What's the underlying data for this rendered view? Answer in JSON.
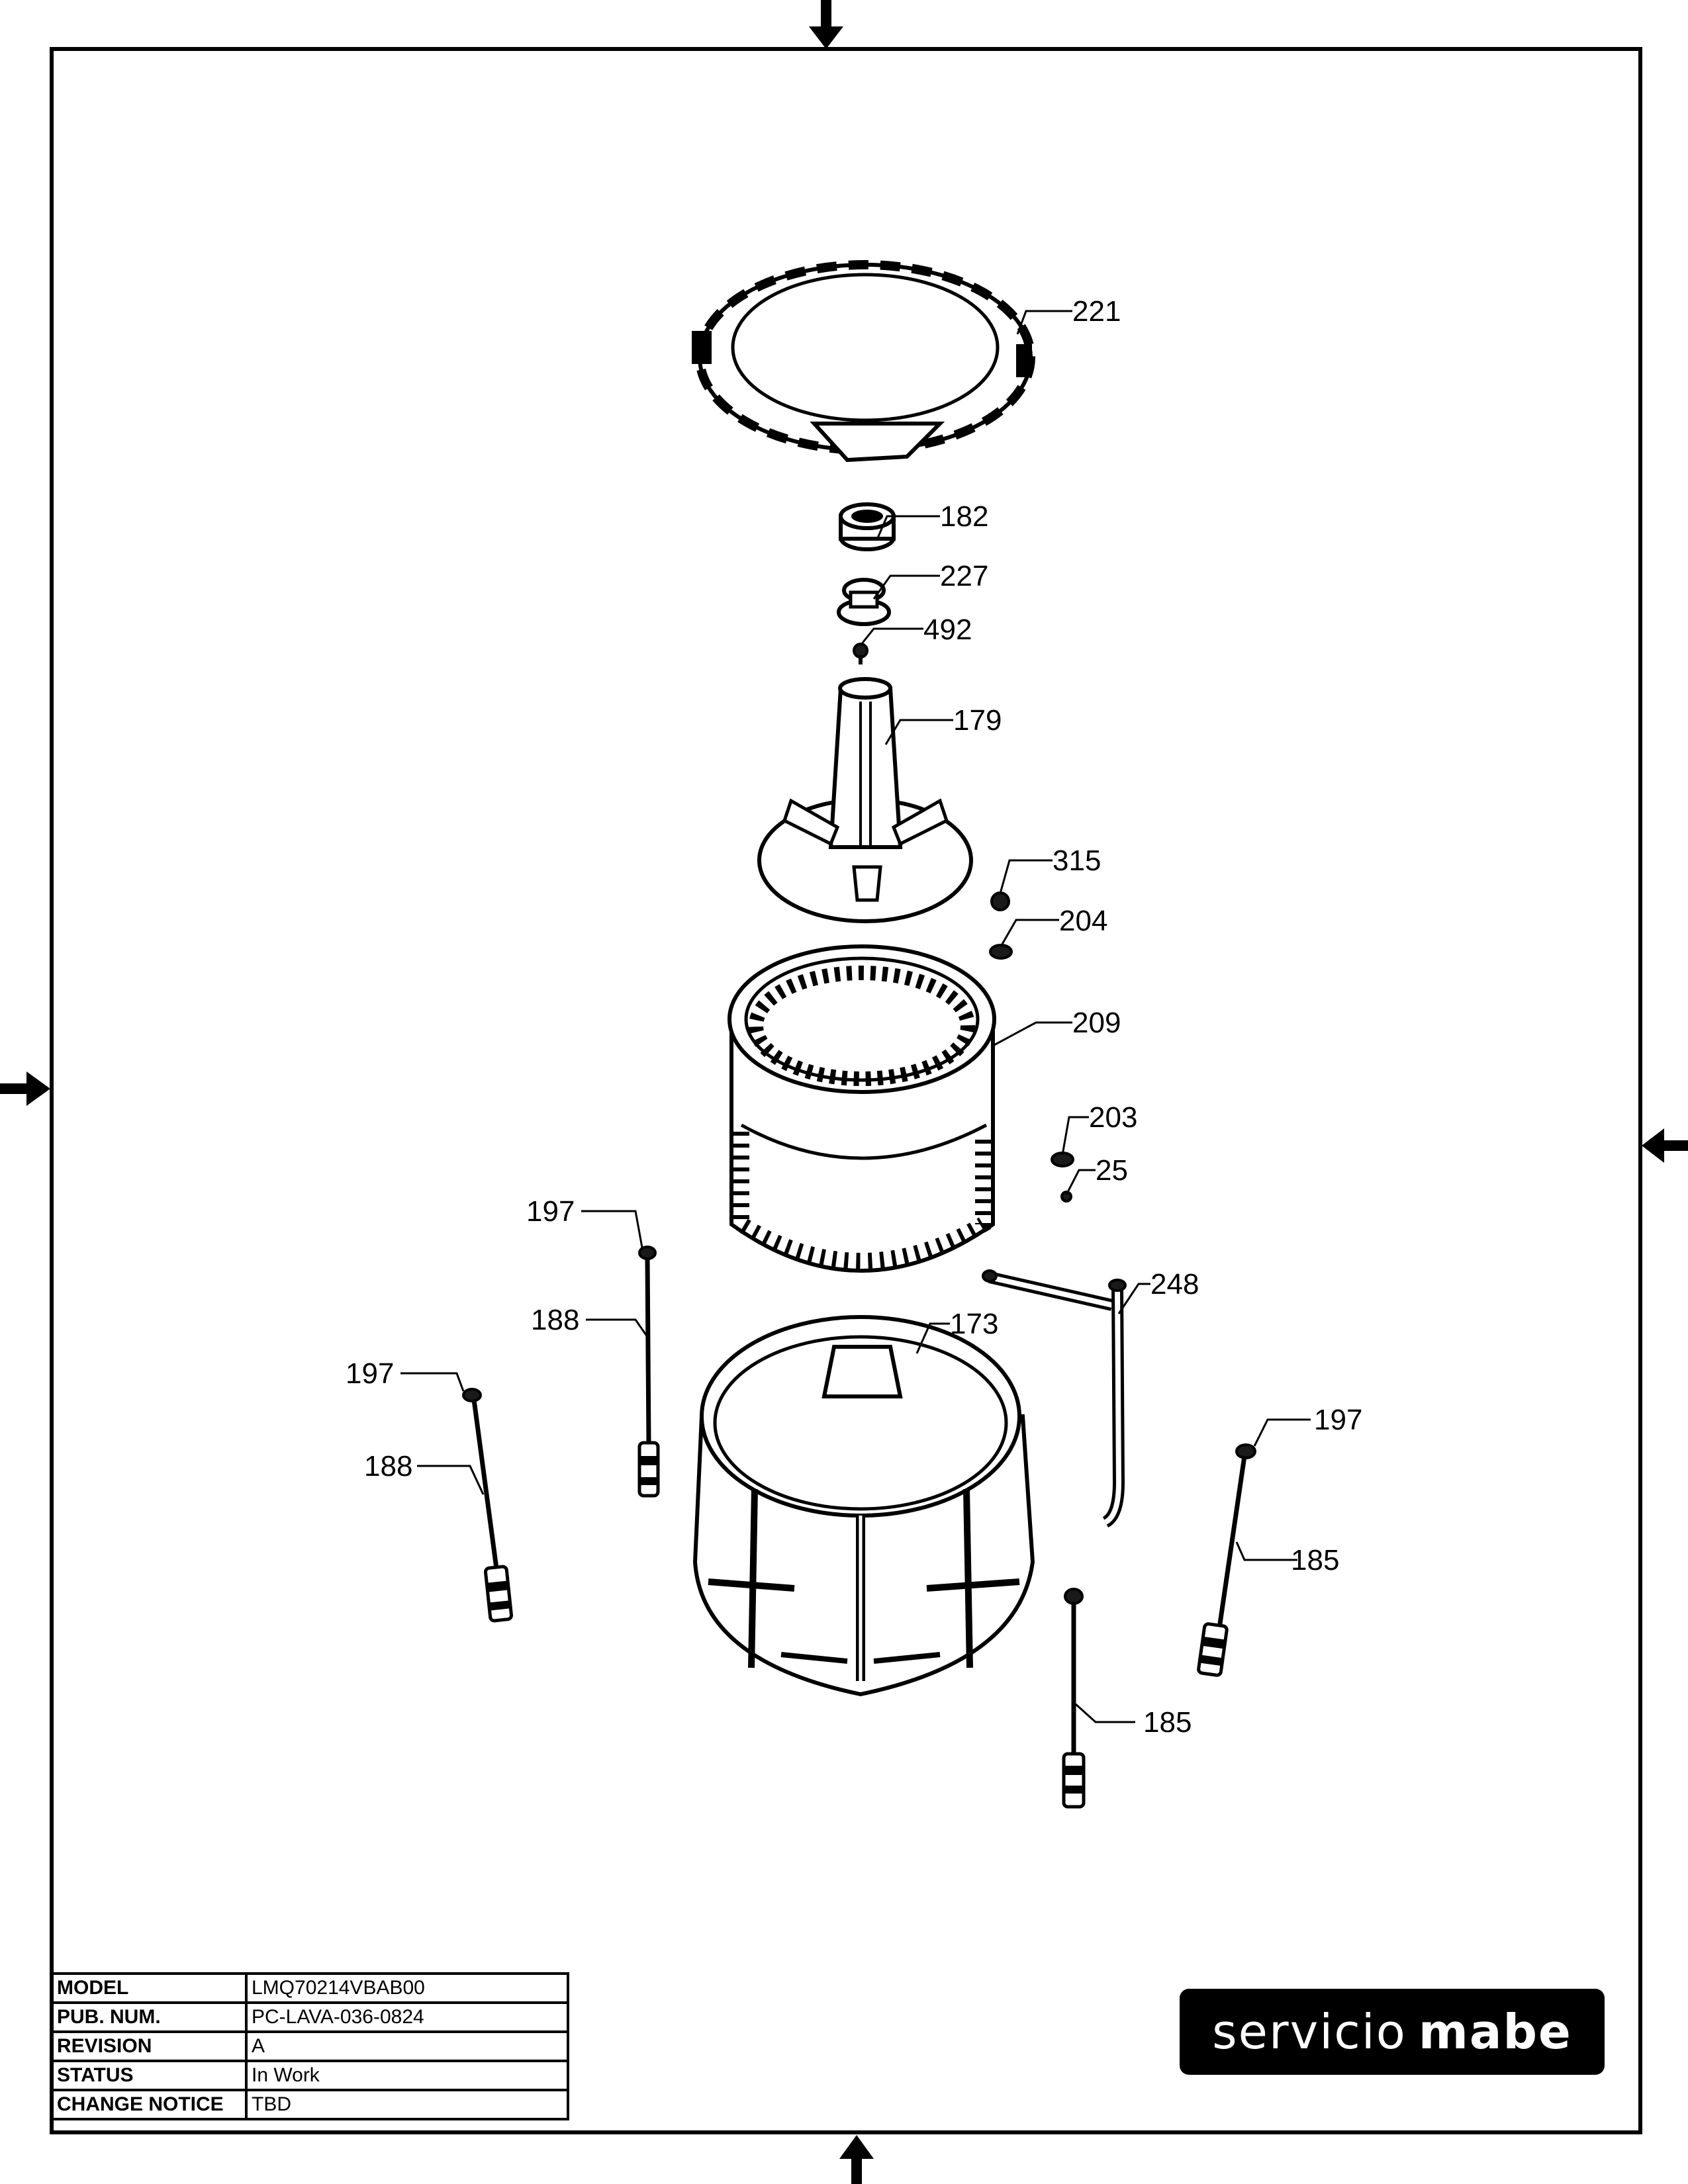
{
  "title_block": {
    "rows": [
      {
        "label": "MODEL",
        "value": "LMQ70214VBAB00"
      },
      {
        "label": "PUB. NUM.",
        "value": "PC-LAVA-036-0824"
      },
      {
        "label": "REVISION",
        "value": "A"
      },
      {
        "label": "STATUS",
        "value": "In Work"
      },
      {
        "label": "CHANGE NOTICE",
        "value": "TBD"
      }
    ]
  },
  "logo": {
    "prefix": "servicio",
    "brand": "mabe"
  },
  "callouts": {
    "c221": "221",
    "c182": "182",
    "c227": "227",
    "c492": "492",
    "c179": "179",
    "c315": "315",
    "c204": "204",
    "c209": "209",
    "c203": "203",
    "c25": "25",
    "c197_a": "197",
    "c188_a": "188",
    "c248": "248",
    "c173": "173",
    "c197_b": "197",
    "c188_b": "188",
    "c197_c": "197",
    "c185_a": "185",
    "c185_b": "185"
  }
}
